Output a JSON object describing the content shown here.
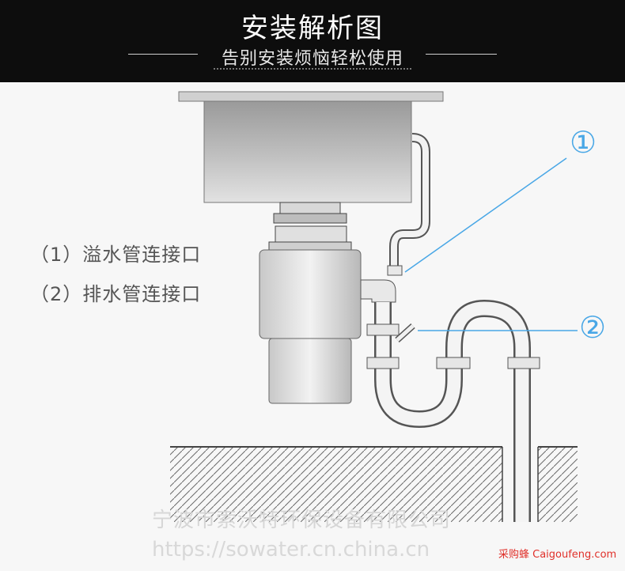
{
  "header": {
    "title": "安装解析图",
    "subtitle": "告别安装烦恼轻松使用"
  },
  "legend": {
    "item1": "（1）溢水管连接口",
    "item2": "（2）排水管连接口"
  },
  "callouts": {
    "one": "①",
    "two": "②"
  },
  "watermarks": {
    "company": "宁波市索沃特环保设备有限公司",
    "url": "https://sowater.cn.china.cn",
    "brand": "采购蜂 Caigoufeng.com"
  },
  "colors": {
    "header_bg": "#0d0d0d",
    "callout_blue": "#49a7e6",
    "brand_red": "#e0302a"
  }
}
